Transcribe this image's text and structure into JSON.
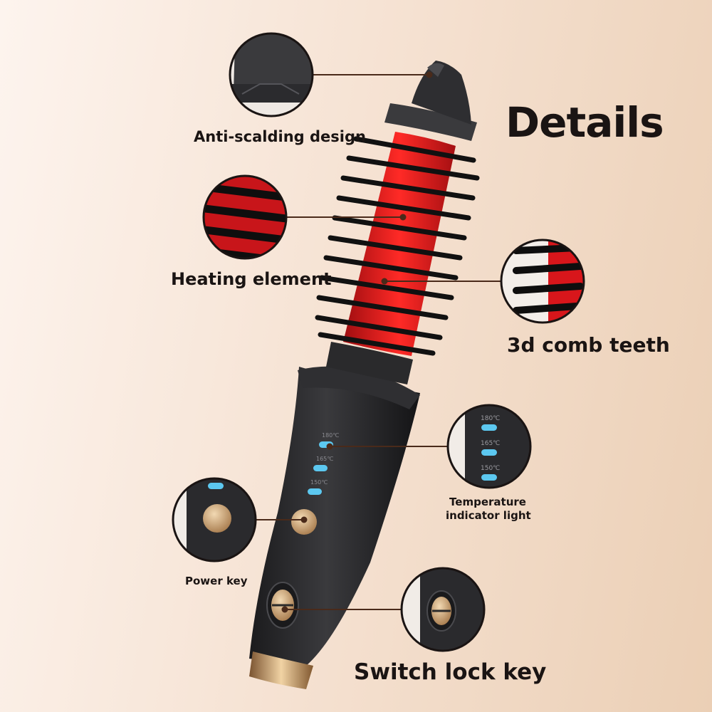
{
  "title": "Details",
  "features": {
    "anti_scalding": "Anti-scalding design",
    "heating_element": "Heating element",
    "comb_teeth": "3d comb teeth",
    "temperature_line1": "Temperature",
    "temperature_line2": "indicator light",
    "power_key": "Power key",
    "switch_lock_key": "Switch lock key"
  },
  "temperature_marks": [
    "180℃",
    "165℃",
    "150℃"
  ],
  "colors": {
    "background_light": "#fdf4ee",
    "background_warm": "#ebcfb5",
    "body": "#2b2b2d",
    "heater_red": "#e0191c",
    "bristle": "#111111",
    "indicator_blue": "#5cc8f0",
    "gold": "#c9a06a",
    "leader_line": "#4a2a1a"
  }
}
